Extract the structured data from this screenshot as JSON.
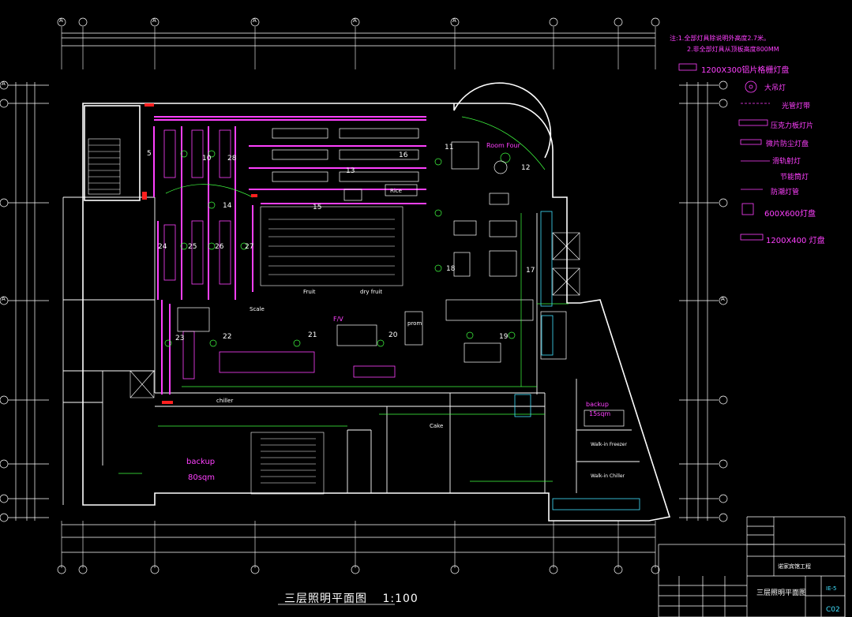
{
  "notes": [
    "注:1.全部灯具除说明外高度2.7米。",
    "2.非全部灯具从顶板高度800MM"
  ],
  "legend": [
    {
      "label": "1200X300铝片格栅灯盘",
      "icon": "grille-panel"
    },
    {
      "label": "大吊灯",
      "icon": "pendant"
    },
    {
      "label": "光管灯带",
      "icon": "dashed-strip"
    },
    {
      "label": "压克力板灯片",
      "icon": "acrylic-panel"
    },
    {
      "label": "微片防尘灯盘",
      "icon": "dust-panel"
    },
    {
      "label": "滑轨射灯",
      "icon": "track-spot"
    },
    {
      "label": "节能筒灯",
      "icon": "downlight"
    },
    {
      "label": "防潮灯管",
      "icon": "moisture-tube"
    },
    {
      "label": "600X600灯盘",
      "icon": "panel-600"
    },
    {
      "label": "1200X400 灯盘",
      "icon": "panel-1200"
    }
  ],
  "rooms": {
    "backup_left": "backup",
    "backup_left_area": "80sqm",
    "backup_right": "backup",
    "backup_right_area": "15sqm",
    "walk_in_freezer": "Walk-in Freezer",
    "walk_in_chiller": "Walk-in Chiller",
    "cake": "Cake",
    "rice": "Rice",
    "scale": "Scale",
    "room_four": "Room Four",
    "prom": "prom",
    "dry_fruit": "dry fruit",
    "fruit": "Fruit",
    "fv": "F/V",
    "chiller": "chiller"
  },
  "zone_numbers": [
    "11",
    "12",
    "13",
    "14",
    "15",
    "16",
    "17",
    "18",
    "19",
    "20",
    "21",
    "22",
    "23",
    "24",
    "25",
    "26",
    "27",
    "28",
    "5",
    "10"
  ],
  "plan_title": "三层照明平面图",
  "plan_scale": "1:100",
  "title_block": {
    "project": "诺家宾馆工程",
    "drawing_name": "三层照明平面图",
    "drawing_no": "IE-5",
    "sheet": "C02"
  },
  "grid_marks": [
    "A"
  ]
}
